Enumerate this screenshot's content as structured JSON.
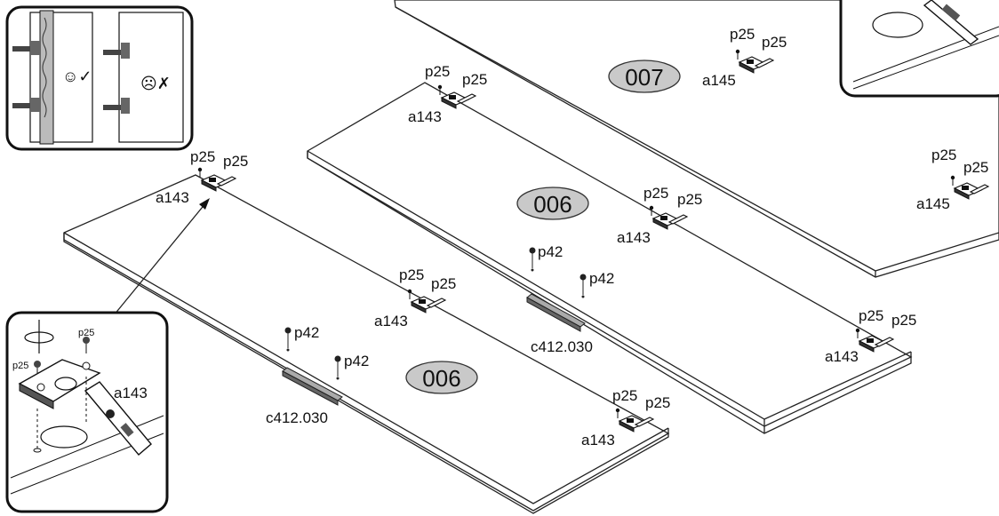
{
  "panels": [
    {
      "id": "007",
      "part": "panel-007"
    },
    {
      "id": "006",
      "part": "panel-006-middle"
    },
    {
      "id": "006",
      "part": "panel-006-front"
    }
  ],
  "hinge_codes": {
    "hinge": "a143",
    "hinge_alt": "a145",
    "screw": "p25",
    "pin": "p42",
    "handle": "c412.030"
  },
  "detail_insets": {
    "top_left_orientation": {
      "ok_symbol": "☺✓",
      "wrong_symbol": "☹✗"
    },
    "bottom_left_hinge": {
      "screw_label": "p25",
      "hinge_label": "a143"
    }
  }
}
